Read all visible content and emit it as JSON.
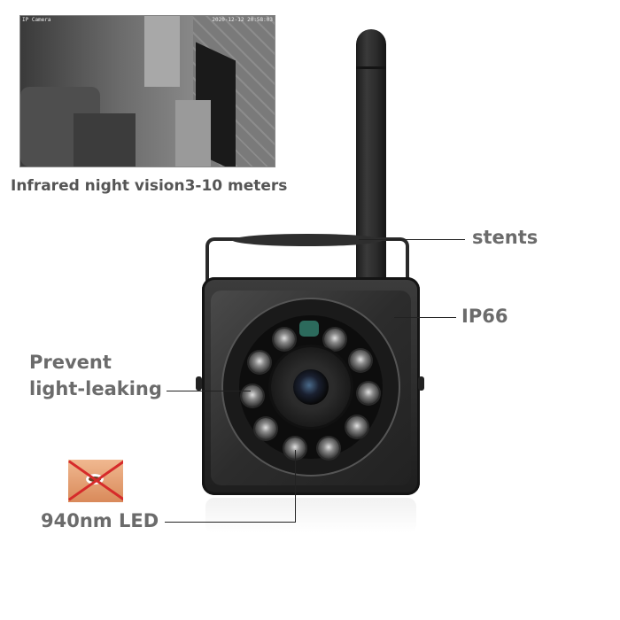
{
  "night_vision_inset": {
    "osd_camera_name": "IP Camera",
    "osd_timestamp": "2020-12-12 20:58:03",
    "caption": "Infrared night vision3-10 meters"
  },
  "callouts": {
    "stents": "stents",
    "ip66": "IP66",
    "prevent_line1": "Prevent",
    "prevent_line2": "light-leaking",
    "led": "940nm LED"
  },
  "colors": {
    "label_gray": "#6b6b6b",
    "camera_body": "#2a2a2a",
    "sensor_green": "#2c6a5c",
    "cross_red": "#d62a2a"
  }
}
